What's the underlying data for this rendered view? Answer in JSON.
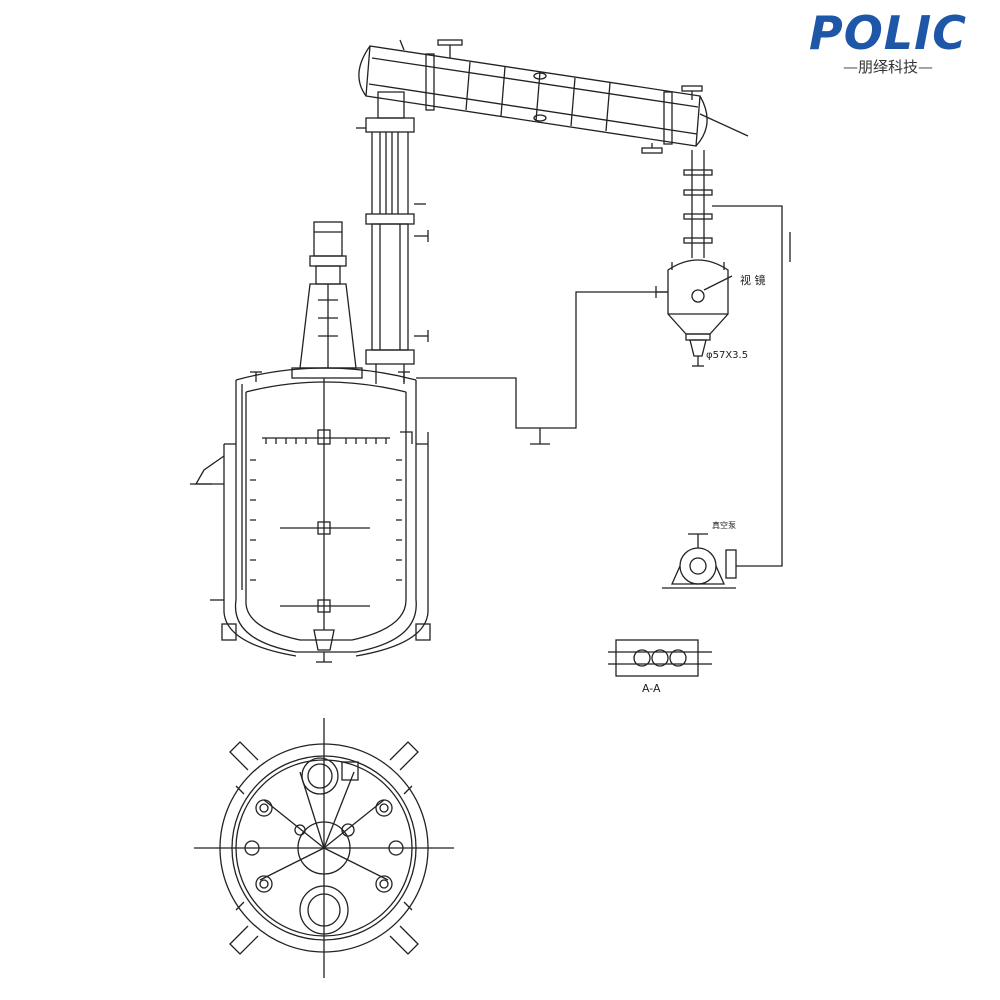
{
  "logo": {
    "wordmark": "POLIC",
    "subtitle": "朋绎科技",
    "brand_color": "#1f57a8",
    "accent_color": "#3aa54a"
  },
  "labels": {
    "sight_glass": "视 镜",
    "pipe_size": "φ57X3.5",
    "section": "A-A",
    "pump_note": "真空泵"
  }
}
